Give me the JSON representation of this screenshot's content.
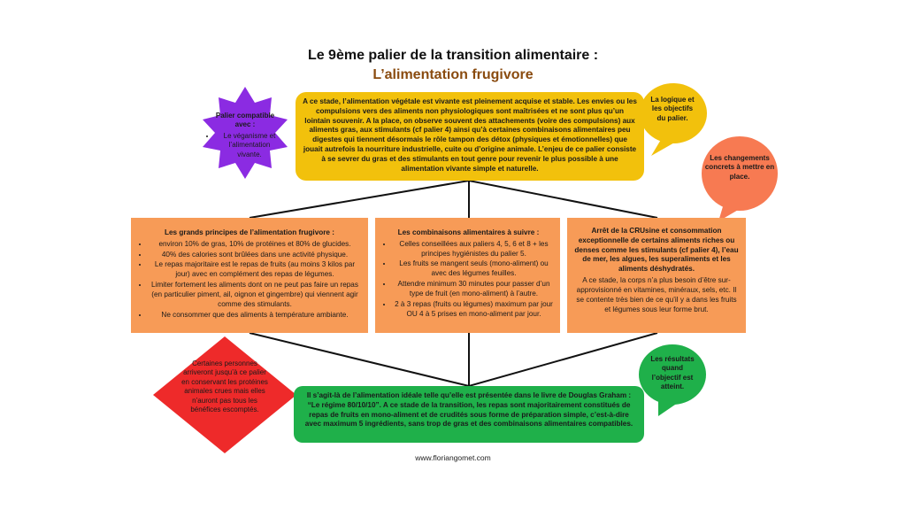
{
  "title": {
    "line1": "Le 9ème palier de la transition alimentaire :",
    "line2": "L’alimentation frugivore"
  },
  "starburst": {
    "heading": "Palier compatible avec :",
    "items": [
      "Le véganisme et l’alimentation vivante."
    ]
  },
  "intro": {
    "text": "A ce stade, l’alimentation végétale est vivante est pleinement acquise et stable. Les envies ou les compulsions vers des aliments non physiologiques sont maîtrisées et ne sont plus qu’un lointain souvenir. A la place, on observe souvent des attachements (voire des compulsions) aux aliments gras, aux stimulants (cf palier 4) ainsi qu’à certaines combinaisons alimentaires peu digestes qui tiennent désormais le rôle tampon des détox (physiques et émotionnelles) que jouait autrefois la nourriture industrielle, cuite ou d’origine animale. L’enjeu de ce palier consiste à se sevrer du gras et des stimulants en tout genre pour revenir le plus possible à une alimentation vivante simple et naturelle."
  },
  "bubbles": {
    "logic": "La logique et les objectifs du palier.",
    "changes": "Les changements concrets à mettre en place.",
    "results": "Les résultats quand l’objectif est atteint."
  },
  "principles": {
    "title": "Les grands principes de l’alimentation frugivore :",
    "items": [
      "environ 10% de gras, 10% de protéines et 80% de glucides.",
      "40% des calories sont brûlées dans une activité physique.",
      "Le repas majoritaire est le repas de fruits (au moins 3 kilos par jour) avec en complément des repas de légumes.",
      "Limiter fortement les aliments dont on ne peut pas faire un repas (en particulier piment, ail, oignon et gingembre) qui viennent agir comme des stimulants.",
      "Ne consommer que des aliments à température ambiante."
    ]
  },
  "combinations": {
    "title": "Les combinaisons alimentaires à suivre :",
    "items": [
      "Celles conseillées aux paliers 4, 5, 6 et 8 + les principes hygiénistes du palier 5.",
      "Les fruits se mangent seuls (mono-aliment) ou avec des légumes feuilles.",
      "Attendre minimum 30 minutes pour passer d’un type de fruit (en mono-aliment) à l’autre.",
      "2 à 3 repas (fruits ou légumes) maximum par jour OU 4 à 5 prises en mono-aliment par jour."
    ]
  },
  "crusine": {
    "title": "Arrêt de la CRUsine et consommation exceptionnelle de certains aliments riches ou denses comme les stimulants (cf palier 4), l’eau de mer, les algues, les superaliments et les aliments déshydratés.",
    "text": "A ce stade, la corps n’a plus besoin d’être sur-approvisionné en vitamines, minéraux, sels, etc. Il se contente très bien de ce qu’il y a dans les fruits et légumes sous leur forme brut."
  },
  "diamond": {
    "text": "Certaines personnes arriveront jusqu’à ce palier en conservant les protéines animales crues mais elles n’auront pas tous les bénéfices escomptés."
  },
  "result": {
    "text": "Il s’agit-là de l’alimentation idéale telle qu’elle est présentée dans le livre de Douglas Graham : “Le régime 80/10/10”. A ce stade de la transition, les repas sont majoritairement constitués de repas de fruits en mono-aliment et de crudités sous forme de préparation simple, c’est-à-dire avec maximum 5 ingrédients, sans trop de gras et des combinaisons alimentaires compatibles."
  },
  "footer": "www.floriangomet.com",
  "colors": {
    "yellow": "#f2c10c",
    "orange": "#f79b57",
    "green": "#1fb04a",
    "purple": "#8b2be2",
    "red": "#ee2a2a",
    "coral": "#f77a52"
  }
}
